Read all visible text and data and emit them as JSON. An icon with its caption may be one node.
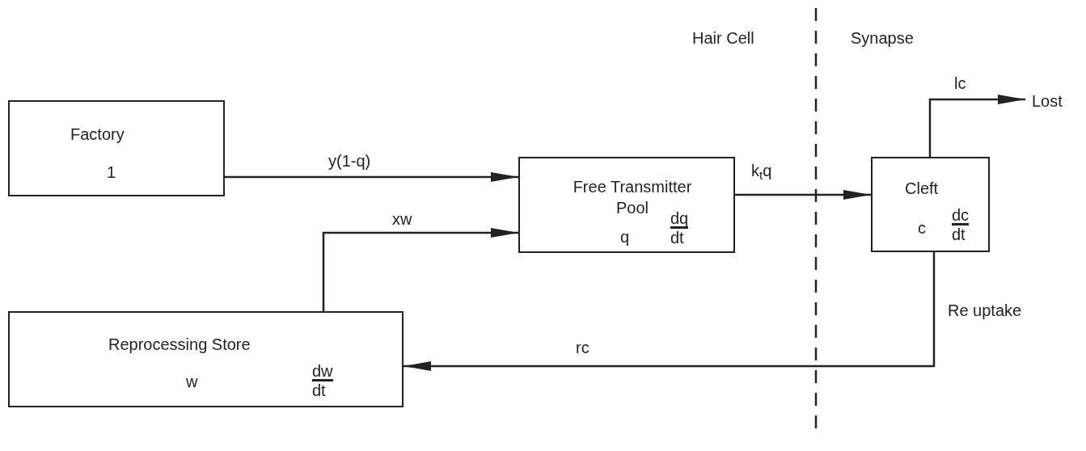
{
  "diagram": {
    "nodes": [
      {
        "text": [
          "Factory",
          "1"
        ]
      },
      {
        "text": [
          "Free Transmitter Pool",
          "q",
          "dq",
          "dt"
        ]
      },
      {
        "text": [
          "Cleft",
          "c",
          "dc",
          "dt"
        ]
      },
      {
        "text": [
          "Reprocessing Store",
          "w",
          "dw",
          "dt"
        ]
      },
      {
        "text": [
          "Lost"
        ]
      }
    ],
    "edges": [
      {
        "from": 0,
        "to": 1,
        "arrow": "to",
        "label": "y(1-q)"
      },
      {
        "from": 3,
        "to": 1,
        "arrow": "to",
        "label": "xw"
      },
      {
        "from": 1,
        "to": 2,
        "arrow": "to",
        "label": "k$_{t}$q"
      },
      {
        "from": 2,
        "to": 4,
        "arrow": "to",
        "label": "lc"
      },
      {
        "from": 2,
        "to": 3,
        "arrow": "to",
        "label": "rc"
      }
    ],
    "labels": [
      "Hair Cell",
      "Synapse",
      "Re uptake"
    ]
  }
}
